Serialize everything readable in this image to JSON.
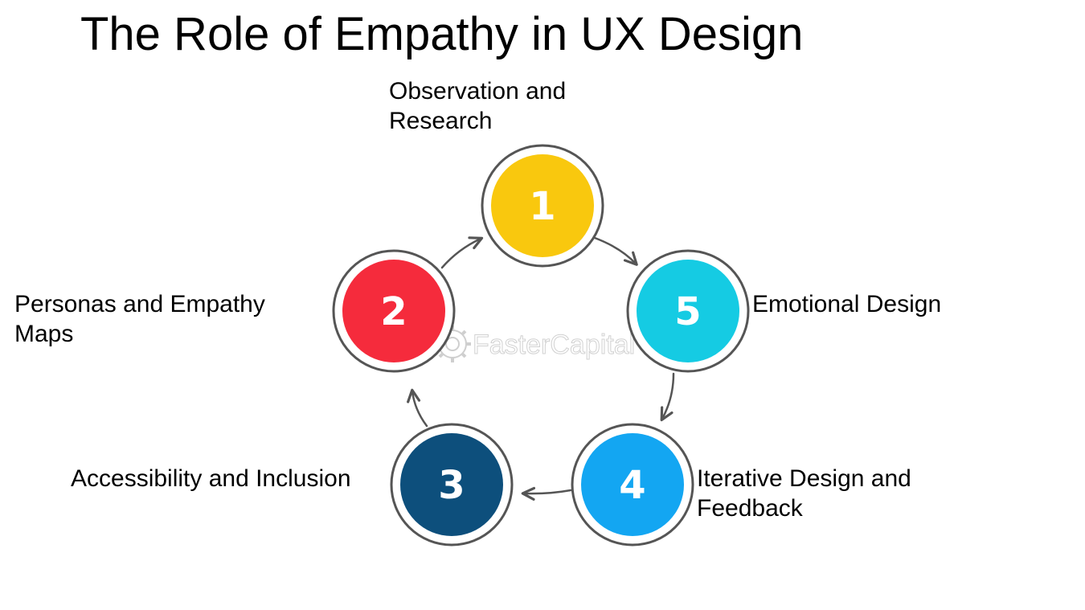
{
  "title": "The Role of Empathy in UX Design",
  "watermark": "FasterCapital",
  "steps": [
    {
      "number": "1",
      "label_lines": [
        "Observation and",
        "Research"
      ],
      "color": "#F9C80E"
    },
    {
      "number": "2",
      "label_lines": [
        "Personas and Empathy",
        "Maps"
      ],
      "color": "#F52B3C"
    },
    {
      "number": "3",
      "label_lines": [
        "Accessibility and Inclusion"
      ],
      "color": "#0D4F7C"
    },
    {
      "number": "4",
      "label_lines": [
        "Iterative Design and",
        "Feedback"
      ],
      "color": "#13A6F2"
    },
    {
      "number": "5",
      "label_lines": [
        "Emotional Design"
      ],
      "color": "#15CBE3"
    }
  ],
  "cycle_order": [
    "1",
    "5",
    "4",
    "3",
    "2",
    "1"
  ],
  "colors": {
    "ring": "#555555",
    "arrow": "#555555",
    "background": "#FFFFFF"
  }
}
